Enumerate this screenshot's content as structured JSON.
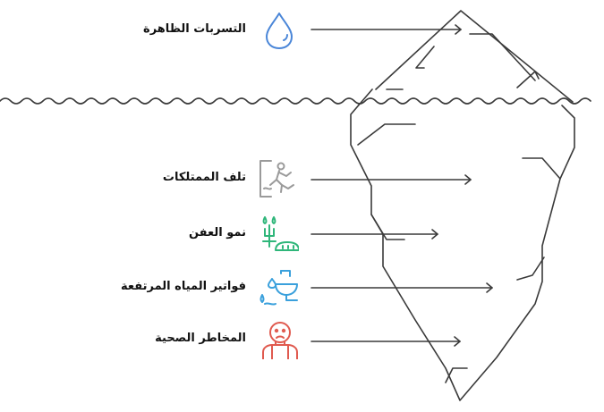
{
  "diagram": {
    "items": [
      {
        "label": "التسربات الظاهرة",
        "icon": "water-drop-icon",
        "color": "#4a86d8"
      },
      {
        "label": "تلف الممتلكات",
        "icon": "slip-hazard-icon",
        "color": "#9a9a9a"
      },
      {
        "label": "نمو العفن",
        "icon": "mold-growth-icon",
        "color": "#2fb67a"
      },
      {
        "label": "فواتير المياه المرتفعة",
        "icon": "sink-leak-icon",
        "color": "#3aa0dc"
      },
      {
        "label": "المخاطر الصحية",
        "icon": "sick-person-icon",
        "color": "#e05a4f"
      }
    ],
    "line_color": "#3a3a3a"
  }
}
